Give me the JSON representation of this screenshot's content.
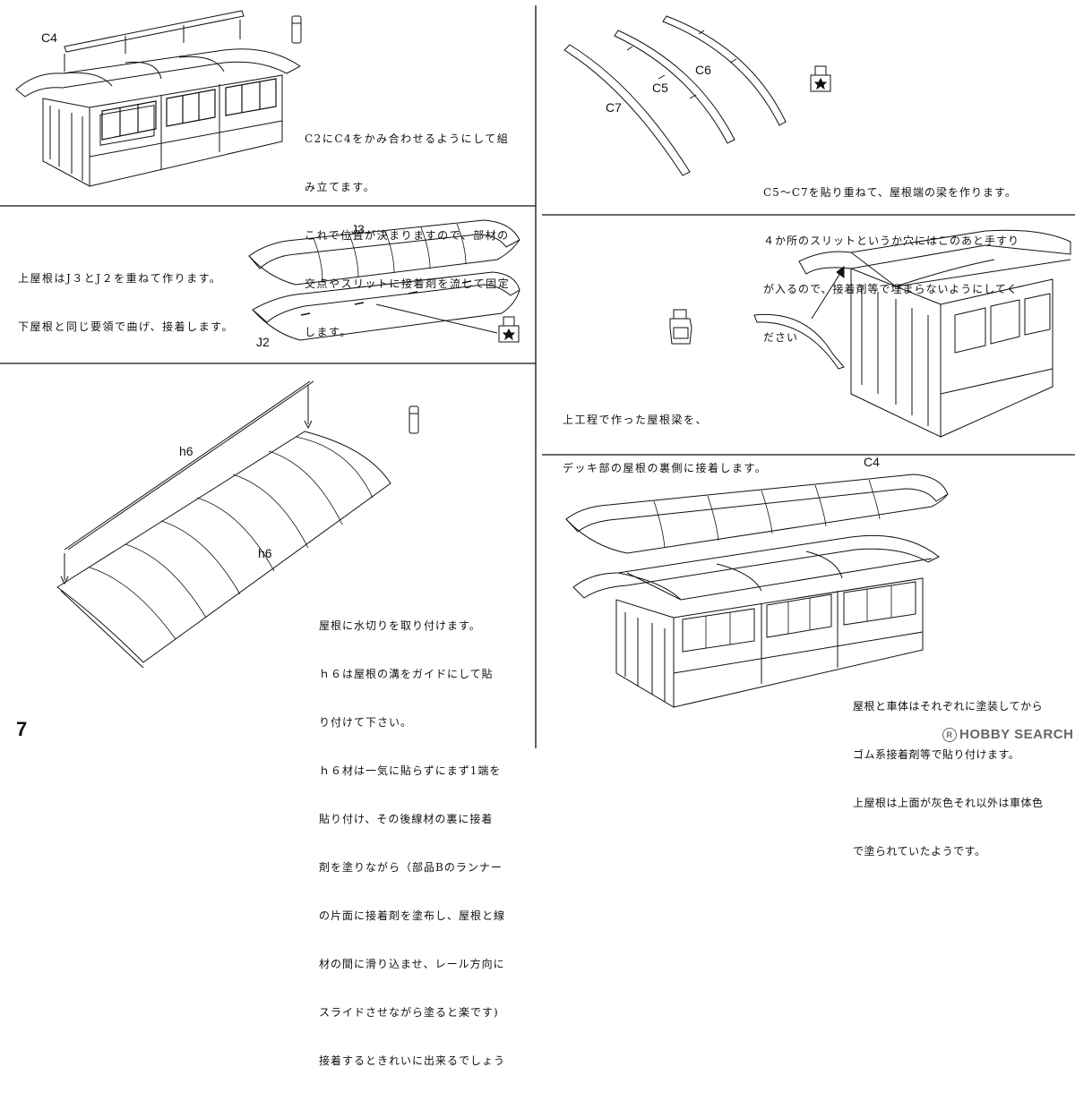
{
  "page": {
    "number": "7",
    "watermark": "HOBBY SEARCH",
    "watermark_mark": "R"
  },
  "step1": {
    "part_label": "C4",
    "lines": [
      "C2にC4をかみ合わせるようにして組",
      "み立てます。",
      "これで位置が決まりますので、部材の",
      "交点やスリットに接着剤を流して固定",
      "します。"
    ]
  },
  "step2": {
    "part_labels": [
      "C7",
      "C5",
      "C6"
    ],
    "lines": [
      "C5～C7を貼り重ねて、屋根端の梁を作ります。",
      "４か所のスリットというか穴にはこのあと手すり",
      "が入るので、接着剤等で埋まらないようにしてく",
      "ださい"
    ]
  },
  "step3": {
    "part_labels": [
      "J3",
      "J2"
    ],
    "lines": [
      "上屋根はJ３とJ２を重ねて作ります。",
      "下屋根と同じ要領で曲げ、接着します。"
    ]
  },
  "step4": {
    "lines": [
      "上工程で作った屋根梁を、",
      "デッキ部の屋根の裏側に接着します。"
    ]
  },
  "step5": {
    "part_labels": [
      "h6",
      "h6"
    ],
    "lines": [
      "屋根に水切りを取り付けます。",
      "ｈ６は屋根の溝をガイドにして貼",
      "り付けて下さい。",
      "ｈ６材は一気に貼らずにまず1端を",
      "貼り付け、その後線材の裏に接着",
      "剤を塗りながら（部品Bのランナー",
      "の片面に接着剤を塗布し、屋根と線",
      "材の間に滑り込ませ、レール方向に",
      "スライドさせながら塗ると楽です)",
      "接着するときれいに出来るでしょう"
    ]
  },
  "step6": {
    "part_label": "C4",
    "lines": [
      "屋根と車体はそれぞれに塗装してから",
      "ゴム系接着剤等で貼り付けます。",
      "上屋根は上面が灰色それ以外は車体色",
      "で塗られていたようです。"
    ]
  }
}
